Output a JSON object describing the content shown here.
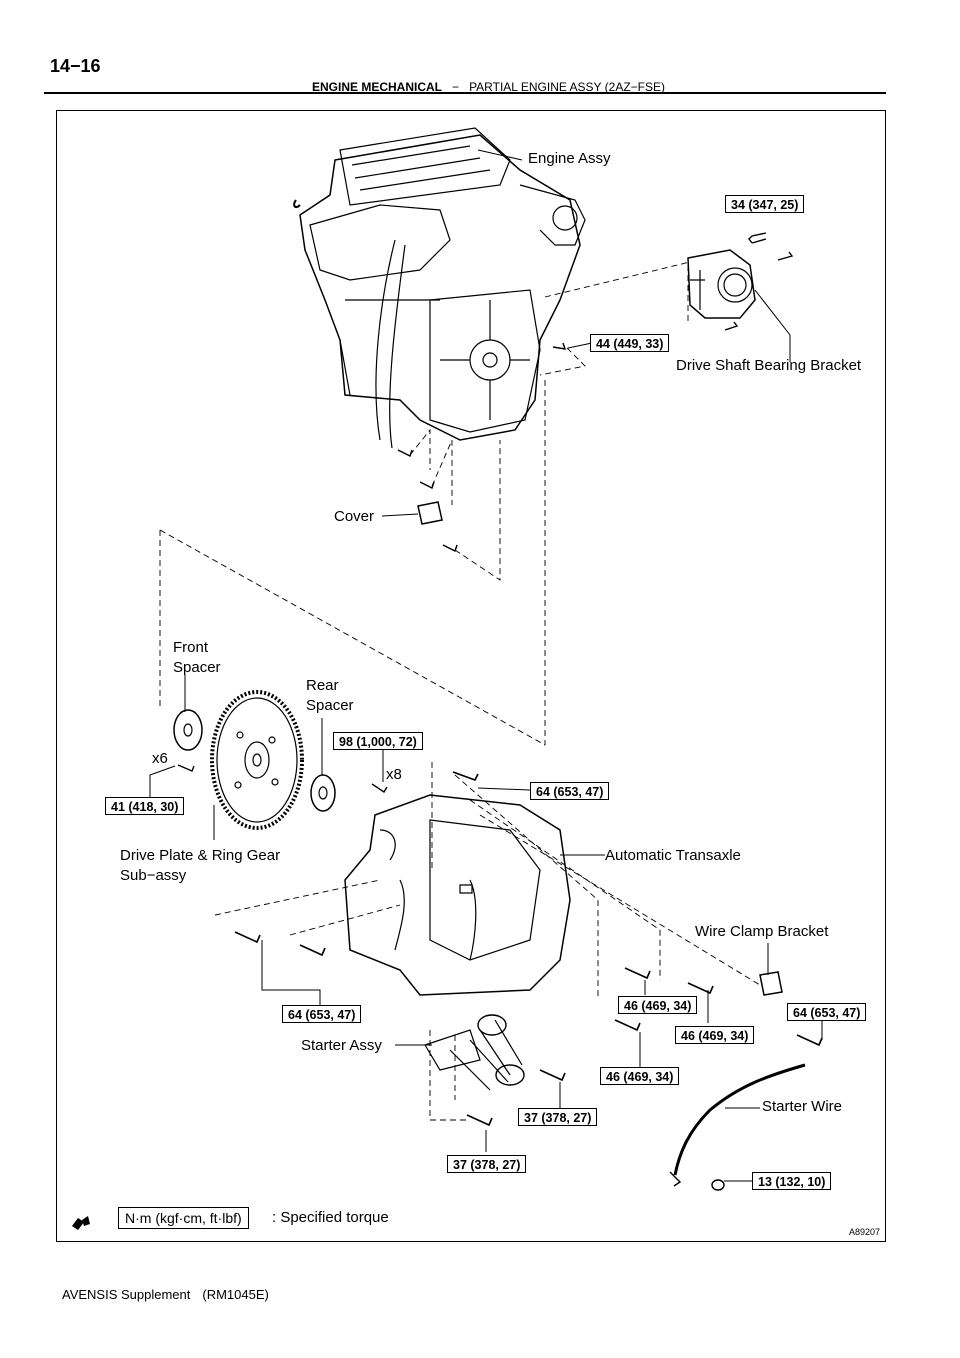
{
  "page": {
    "number": "14−16",
    "section": "ENGINE MECHANICAL",
    "separator": "−",
    "subsection": "PARTIAL ENGINE ASSY (2AZ−FSE)",
    "figure_id": "A89207",
    "footer_model": "AVENSIS Supplement",
    "footer_code": "(RM1045E)"
  },
  "labels": {
    "engine_assy": "Engine Assy",
    "drive_shaft_bracket": "Drive Shaft Bearing Bracket",
    "cover": "Cover",
    "front_spacer_1": "Front",
    "front_spacer_2": "Spacer",
    "rear_spacer_1": "Rear",
    "rear_spacer_2": "Spacer",
    "x6": "x6",
    "x8": "x8",
    "drive_plate_1": "Drive Plate & Ring Gear",
    "drive_plate_2": "Sub−assy",
    "automatic_transaxle": "Automatic Transaxle",
    "wire_clamp_bracket": "Wire Clamp Bracket",
    "starter_assy": "Starter Assy",
    "starter_wire": "Starter Wire"
  },
  "torques": {
    "t_34": "34 (347, 25)",
    "t_44": "44 (449, 33)",
    "t_98": "98 (1,000, 72)",
    "t_64a": "64 (653, 47)",
    "t_41": "41 (418, 30)",
    "t_64b": "64 (653, 47)",
    "t_46a": "46 (469, 34)",
    "t_46b": "46 (469, 34)",
    "t_46c": "46 (469, 34)",
    "t_64c": "64 (653, 47)",
    "t_37a": "37 (378, 27)",
    "t_37b": "37 (378, 27)",
    "t_13": "13 (132, 10)"
  },
  "legend": {
    "unit": "N·m (kgf·cm, ft·lbf)",
    "text": ": Specified torque",
    "icon": "torque-wrench-icon"
  }
}
